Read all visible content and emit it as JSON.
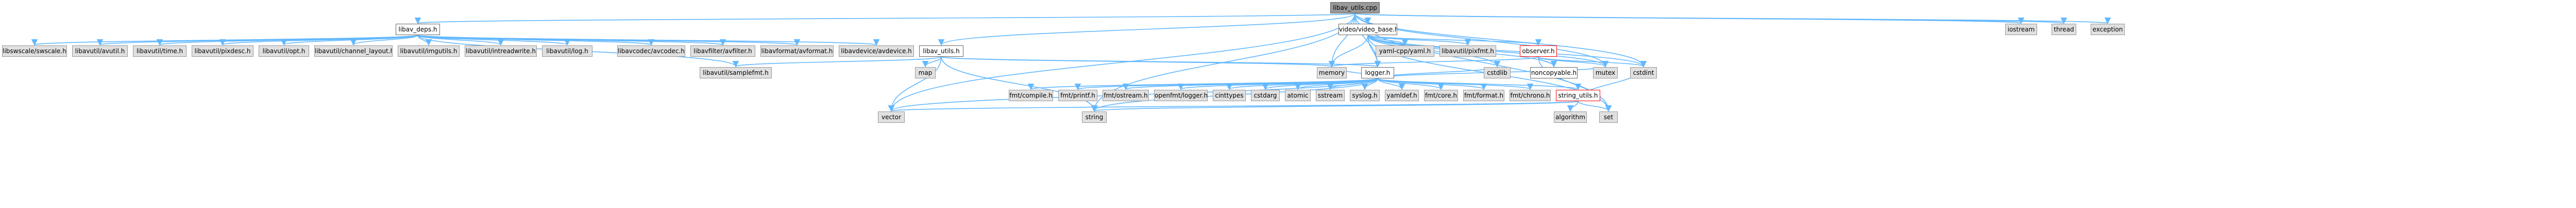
{
  "graph": {
    "edge_color": "#63b8ff",
    "nodes": {
      "root": "libav_utils.cpp",
      "libav_deps": "libav_deps.h",
      "video_base": "video/video_base.h",
      "iostream": "iostream",
      "thread": "thread",
      "exception": "exception",
      "swscale": "libswscale/swscale.h",
      "avutil": "libavutil/avutil.h",
      "time": "libavutil/time.h",
      "pixdesc": "libavutil/pixdesc.h",
      "opt": "libavutil/opt.h",
      "channel_layout": "libavutil/channel_layout.h",
      "imgutils": "libavutil/imgutils.h",
      "intreadwrite": "libavutil/intreadwrite.h",
      "log_h": "libavutil/log.h",
      "avcodec": "libavcodec/avcodec.h",
      "avfilter": "libavfilter/avfilter.h",
      "avformat": "libavformat/avformat.h",
      "avdevice": "libavdevice/avdevice.h",
      "libav_utils": "libav_utils.h",
      "samplefmt": "libavutil/samplefmt.h",
      "map": "map",
      "memory": "memory",
      "logger": "logger.h",
      "yaml": "yaml-cpp/yaml.h",
      "pixfmt": "libavutil/pixfmt.h",
      "observer": "observer.h",
      "cstdlib": "cstdlib",
      "noncopyable": "noncopyable.h",
      "mutex": "mutex",
      "cstdint": "cstdint",
      "fmt_compile": "fmt/compile.h",
      "fmt_printf": "fmt/printf.h",
      "fmt_ostream": "fmt/ostream.h",
      "openfmt": "openfmt/logger.h",
      "cinttypes": "cinttypes",
      "cstdarg": "cstdarg",
      "atomic": "atomic",
      "sstream": "sstream",
      "syslog": "syslog.h",
      "yamldef": "yamldef.h",
      "fmt_core": "fmt/core.h",
      "fmt_format": "fmt/format.h",
      "fmt_chrono": "fmt/chrono.h",
      "string_utils": "string_utils.h",
      "vector": "vector",
      "string": "string",
      "algorithm": "algorithm",
      "set": "set"
    }
  }
}
